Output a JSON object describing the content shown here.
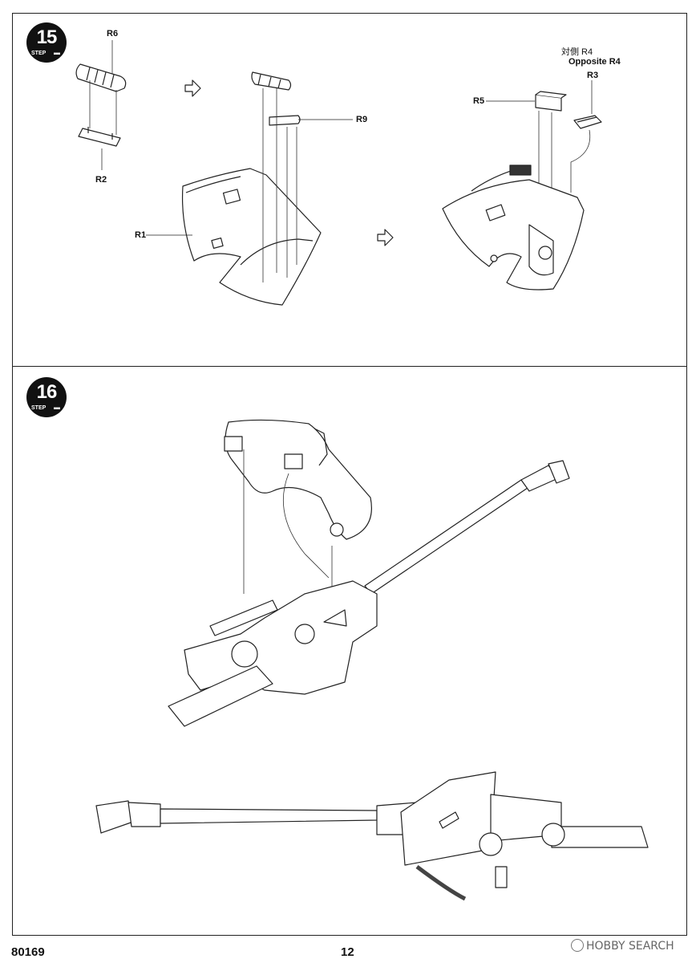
{
  "steps": [
    {
      "number": "15",
      "step_label": "STEP"
    },
    {
      "number": "16",
      "step_label": "STEP"
    }
  ],
  "step15": {
    "labels": {
      "R6": "R6",
      "R2": "R2",
      "R9": "R9",
      "R1": "R1",
      "R5": "R5",
      "R3": "R3",
      "R4_cn": "対側 R4",
      "R4_en": "Opposite R4"
    }
  },
  "footer": {
    "product_code": "80169",
    "page_number": "12"
  },
  "watermark": {
    "text": "HOBBY SEARCH"
  }
}
